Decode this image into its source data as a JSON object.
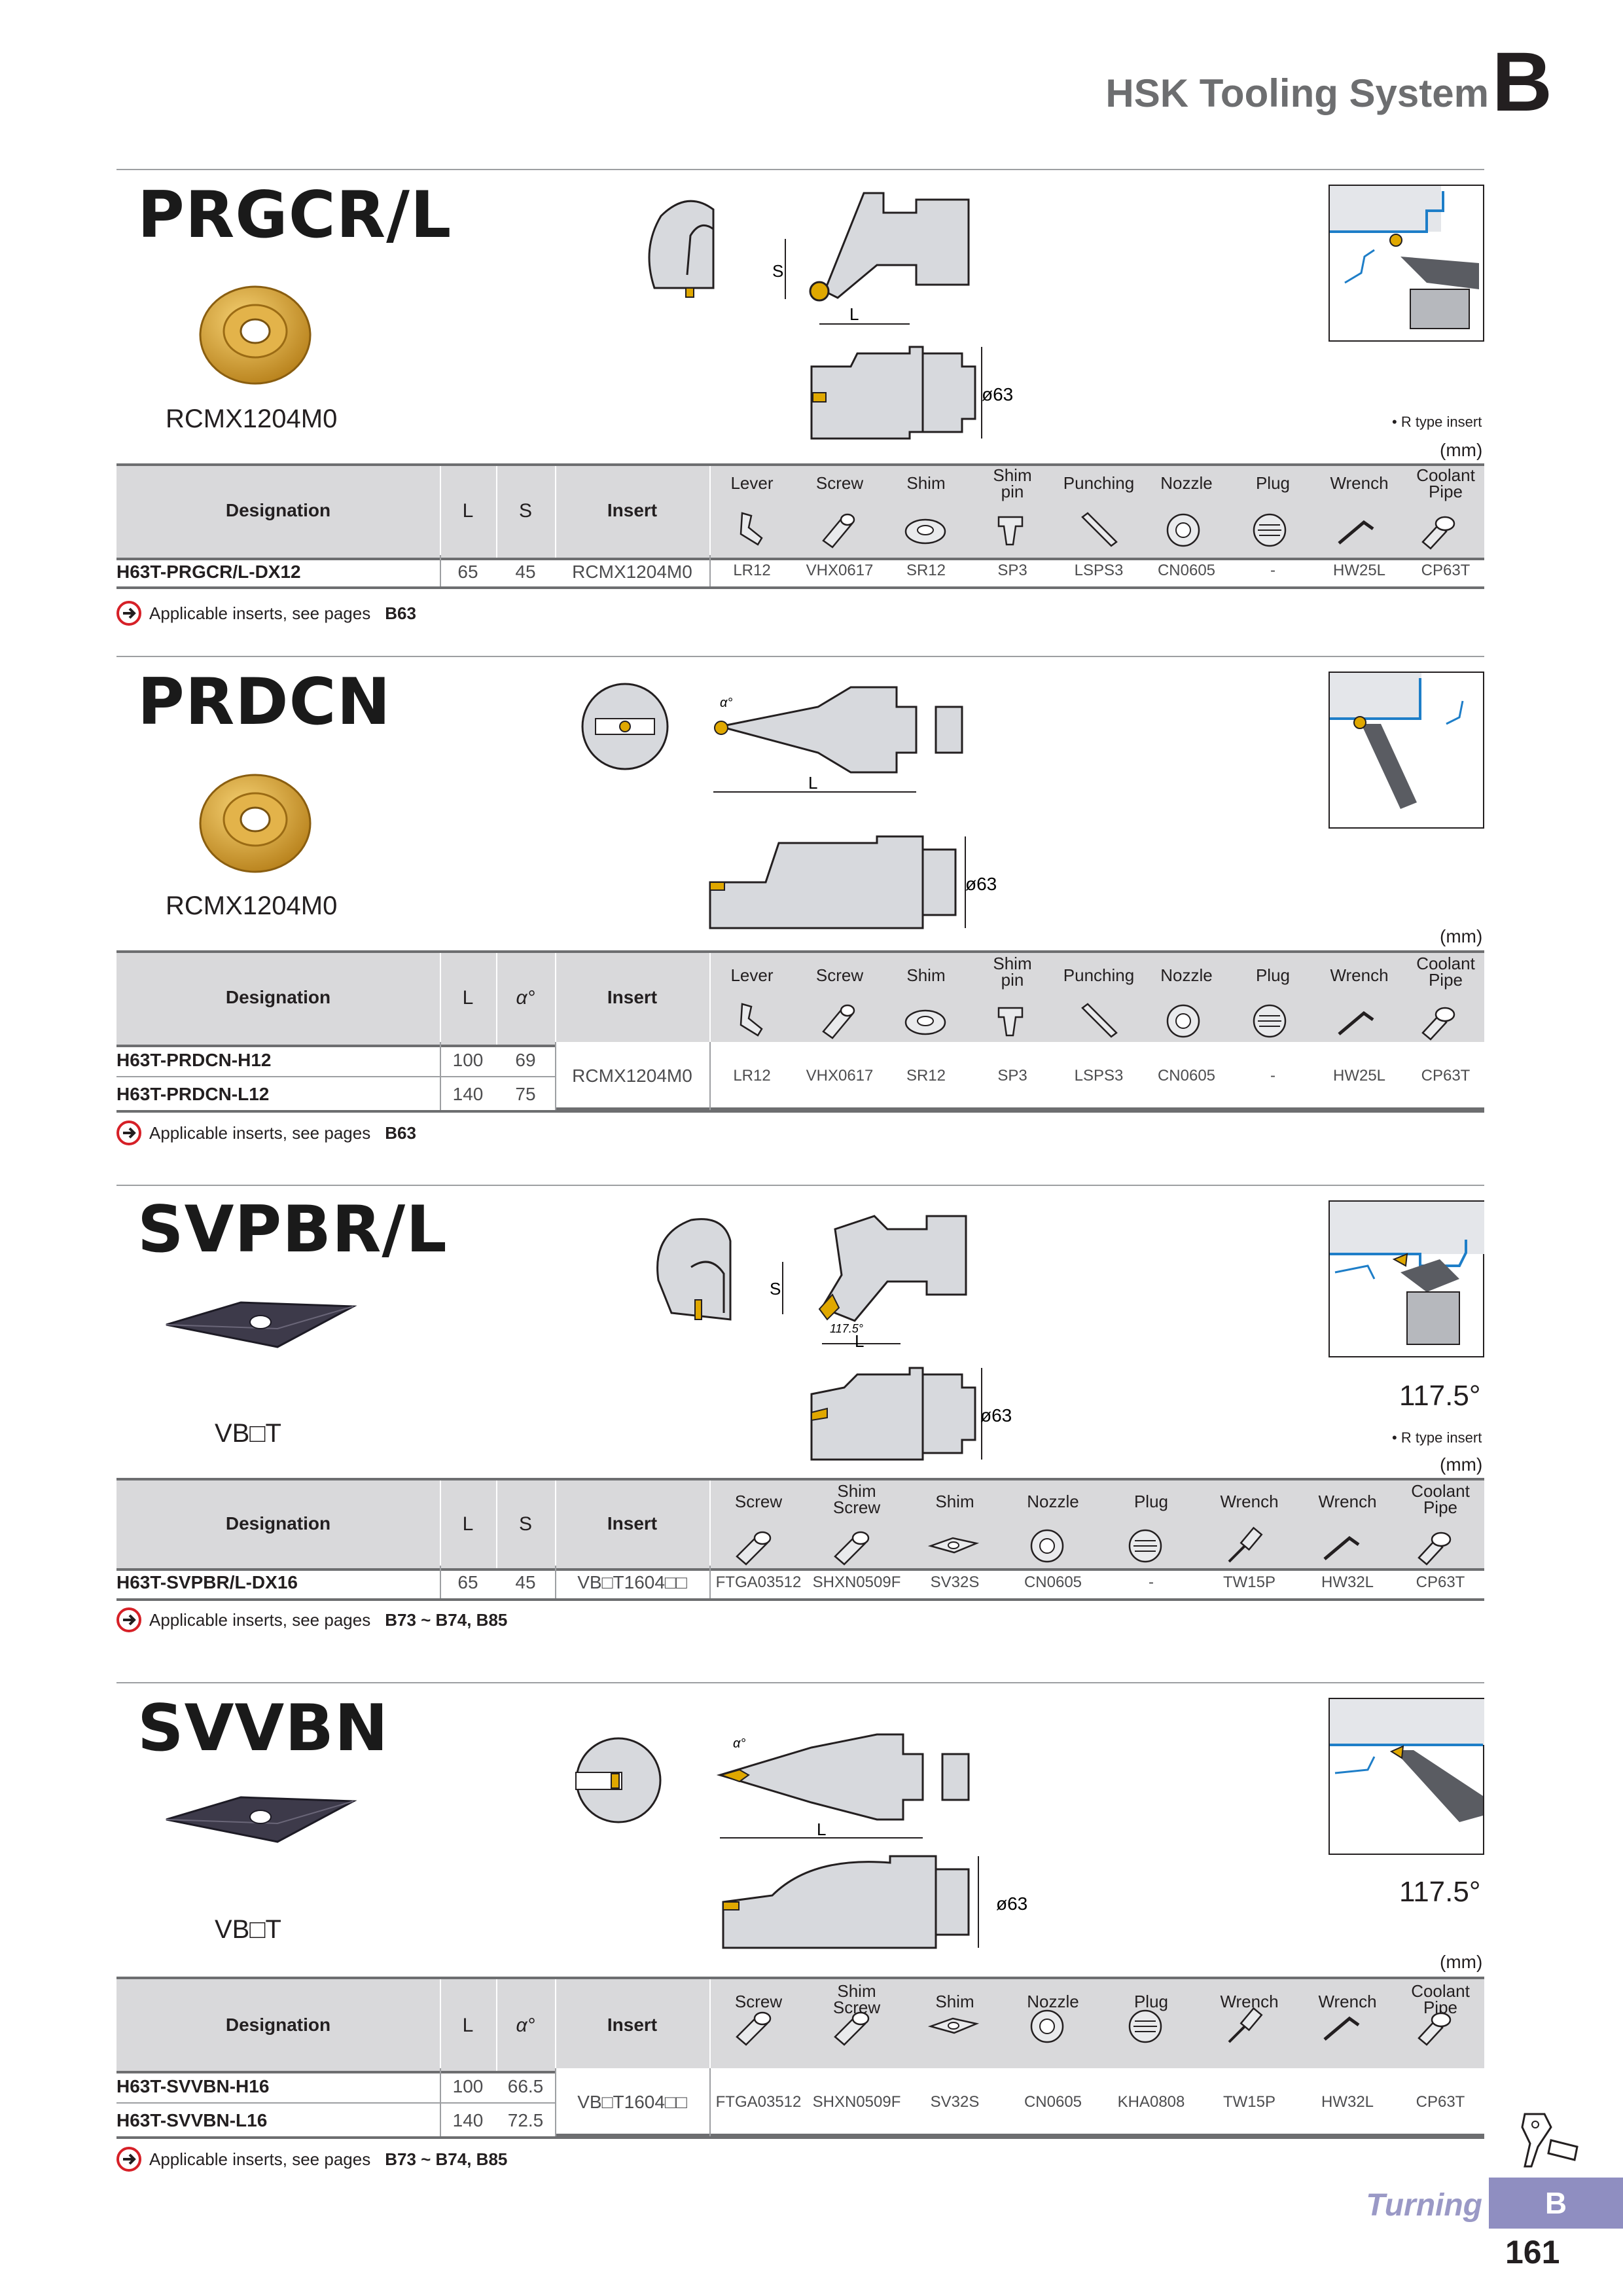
{
  "header": {
    "title": "HSK Tooling System",
    "letter": "B"
  },
  "sections": [
    {
      "title": "PRGCR/L",
      "insert_name": "RCMX1204M0",
      "note": "• R type insert",
      "unit": "(mm)",
      "dim_L": "L",
      "dim_S": "S",
      "dim_d": "ø63",
      "columns": [
        "Designation",
        "L",
        "S",
        "Insert"
      ],
      "parts": [
        "Lever",
        "Screw",
        "Shim",
        "Shim\npin",
        "Punching",
        "Nozzle",
        "Plug",
        "Wrench",
        "Coolant\nPipe"
      ],
      "rows": [
        {
          "designation": "H63T-PRGCR/L-DX12",
          "L": "65",
          "S": "45"
        }
      ],
      "insert_value": "RCMX1204M0",
      "part_values": [
        "LR12",
        "VHX0617",
        "SR12",
        "SP3",
        "LSPS3",
        "CN0605",
        "-",
        "HW25L",
        "CP63T"
      ],
      "see_text": "Applicable inserts, see pages",
      "see_pages": "B63"
    },
    {
      "title": "PRDCN",
      "insert_name": "RCMX1204M0",
      "unit": "(mm)",
      "dim_L": "L",
      "dim_a": "α°",
      "dim_d": "ø63",
      "columns": [
        "Designation",
        "L",
        "α°",
        "Insert"
      ],
      "parts": [
        "Lever",
        "Screw",
        "Shim",
        "Shim\npin",
        "Punching",
        "Nozzle",
        "Plug",
        "Wrench",
        "Coolant\nPipe"
      ],
      "rows": [
        {
          "designation": "H63T-PRDCN-H12",
          "L": "100",
          "S": "69"
        },
        {
          "designation": "H63T-PRDCN-L12",
          "L": "140",
          "S": "75"
        }
      ],
      "insert_value": "RCMX1204M0",
      "part_values": [
        "LR12",
        "VHX0617",
        "SR12",
        "SP3",
        "LSPS3",
        "CN0605",
        "-",
        "HW25L",
        "CP63T"
      ],
      "see_text": "Applicable inserts, see pages",
      "see_pages": "B63"
    },
    {
      "title": "SVPBR/L",
      "insert_name": "VB□T",
      "angle": "117.5°",
      "note": "• R type insert",
      "unit": "(mm)",
      "dim_L": "L",
      "dim_S": "S",
      "dim_d": "ø63",
      "dim_ang": "117.5°",
      "columns": [
        "Designation",
        "L",
        "S",
        "Insert"
      ],
      "parts": [
        "Screw",
        "Shim\nScrew",
        "Shim",
        "Nozzle",
        "Plug",
        "Wrench",
        "Wrench",
        "Coolant\nPipe"
      ],
      "rows": [
        {
          "designation": "H63T-SVPBR/L-DX16",
          "L": "65",
          "S": "45"
        }
      ],
      "insert_value": "VB□T1604□□",
      "part_values": [
        "FTGA03512",
        "SHXN0509F",
        "SV32S",
        "CN0605",
        "-",
        "TW15P",
        "HW32L",
        "CP63T"
      ],
      "see_text": "Applicable inserts, see pages",
      "see_pages": "B73 ~ B74, B85"
    },
    {
      "title": "SVVBN",
      "insert_name": "VB□T",
      "angle": "117.5°",
      "unit": "(mm)",
      "dim_L": "L",
      "dim_a": "α°",
      "dim_d": "ø63",
      "columns": [
        "Designation",
        "L",
        "α°",
        "Insert"
      ],
      "parts": [
        "Screw",
        "Shim\nScrew",
        "Shim",
        "Nozzle",
        "Plug",
        "Wrench",
        "Wrench",
        "Coolant\nPipe"
      ],
      "rows": [
        {
          "designation": "H63T-SVVBN-H16",
          "L": "100",
          "S": "66.5"
        },
        {
          "designation": "H63T-SVVBN-L16",
          "L": "140",
          "S": "72.5"
        }
      ],
      "insert_value": "VB□T1604□□",
      "part_values": [
        "FTGA03512",
        "SHXN0509F",
        "SV32S",
        "CN0605",
        "KHA0808",
        "TW15P",
        "HW32L",
        "CP63T"
      ],
      "see_text": "Applicable inserts, see pages",
      "see_pages": "B73 ~ B74, B85"
    }
  ],
  "footer": {
    "category": "Turning",
    "tab": "B",
    "page": "161"
  },
  "colors": {
    "table_header": "#d9d9db",
    "footer_tab": "#8f8ec1",
    "insert_gold": "#d9a52a",
    "insert_dark": "#3d3a4a",
    "coolant_blue": "#1e7ec8"
  }
}
